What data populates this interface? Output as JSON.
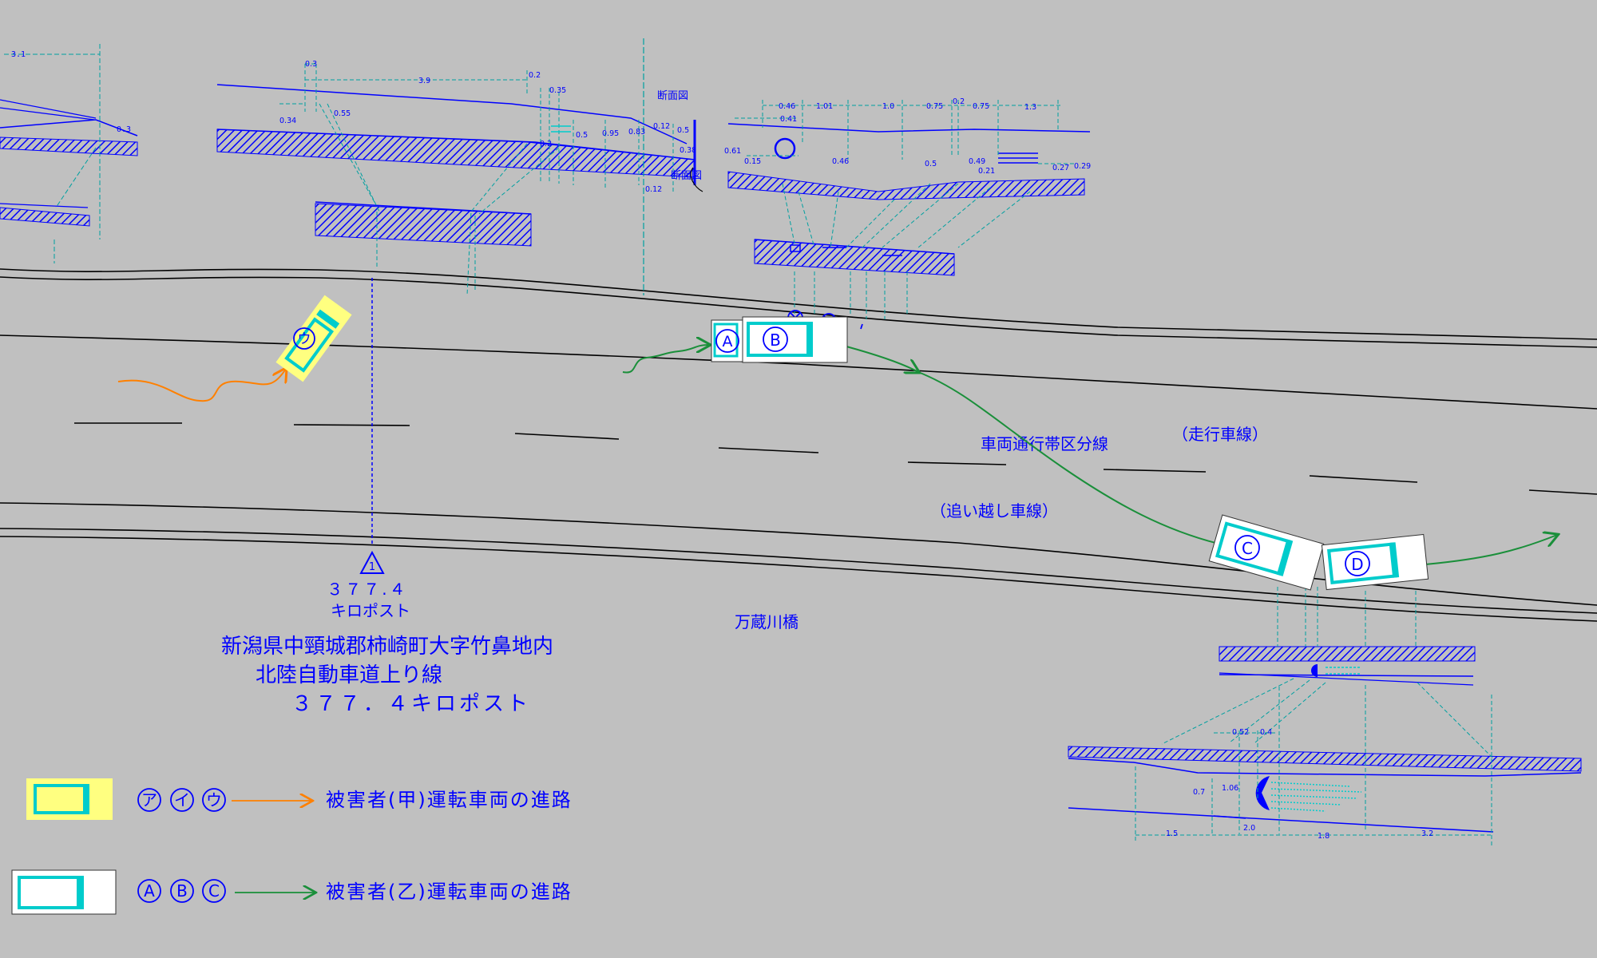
{
  "colors": {
    "background": "#c0c0c0",
    "line": "#0000ff",
    "dimension": "#00a0a0",
    "road": "#000000",
    "path_kou": "#ff8000",
    "path_otsu": "#1a8f3a",
    "car_kou_body": "#ffff80",
    "car_otsu_body": "#ffffff",
    "car_accent": "#00cccc"
  },
  "labels": {
    "section_1": "断面図",
    "section_2": "断面図",
    "lane_divider": "車両通行帯区分線",
    "driving_lane": "（走行車線）",
    "passing_lane": "（追い越し車線）",
    "bridge": "万蔵川橋",
    "kilopost_marker": "1",
    "kilopost_value": "３７７.４",
    "kilopost_label": "キロポスト"
  },
  "location": {
    "line1": "新潟県中頸城郡柿崎町大字竹鼻地内",
    "line2": "北陸自動車道上り線",
    "line3": "３７７．４キロポスト"
  },
  "vehicles": {
    "u": "ウ",
    "a": "A",
    "b": "B",
    "c": "C",
    "d": "D"
  },
  "legend": {
    "kou_markers": [
      "ア",
      "イ",
      "ウ"
    ],
    "kou_text": "被害者(甲)運転車両の進路",
    "otsu_markers": [
      "A",
      "B",
      "C"
    ],
    "otsu_text": "被害者(乙)運転車両の進路"
  },
  "dimensions": {
    "left_1": "3.1",
    "left_2": "0.3",
    "s1_a": "0.3",
    "s1_b": "3.9",
    "s1_c": "0.2",
    "s1_d": "0.35",
    "s1_e": "0.34",
    "s1_f": "0.55",
    "s1_g": "0.2",
    "s1_h": "0.5",
    "s1_i": "0.95",
    "s1_j": "0.83",
    "s1_k": "0.12",
    "s1_l": "0.5",
    "s1_m": "0.38",
    "s1_n": "0.12",
    "s2_a": "0.46",
    "s2_b": "1.01",
    "s2_c": "1.0",
    "s2_d": "0.75",
    "s2_e": "0.2",
    "s2_f": "0.75",
    "s2_g": "1.3",
    "s2_h": "0.41",
    "s2_i": "0.61",
    "s2_j": "0.15",
    "s2_k": "0.46",
    "s2_l": "0.5",
    "s2_m": "0.49",
    "s2_n": "0.21",
    "s2_o": "0.27",
    "s2_p": "0.29",
    "s3_a": "0.52",
    "s3_b": "0.4",
    "s3_c": "0.7",
    "s3_d": "1.06",
    "s3_e": "1.5",
    "s3_f": "2.0",
    "s3_g": "1.8",
    "s3_h": "3.2"
  }
}
